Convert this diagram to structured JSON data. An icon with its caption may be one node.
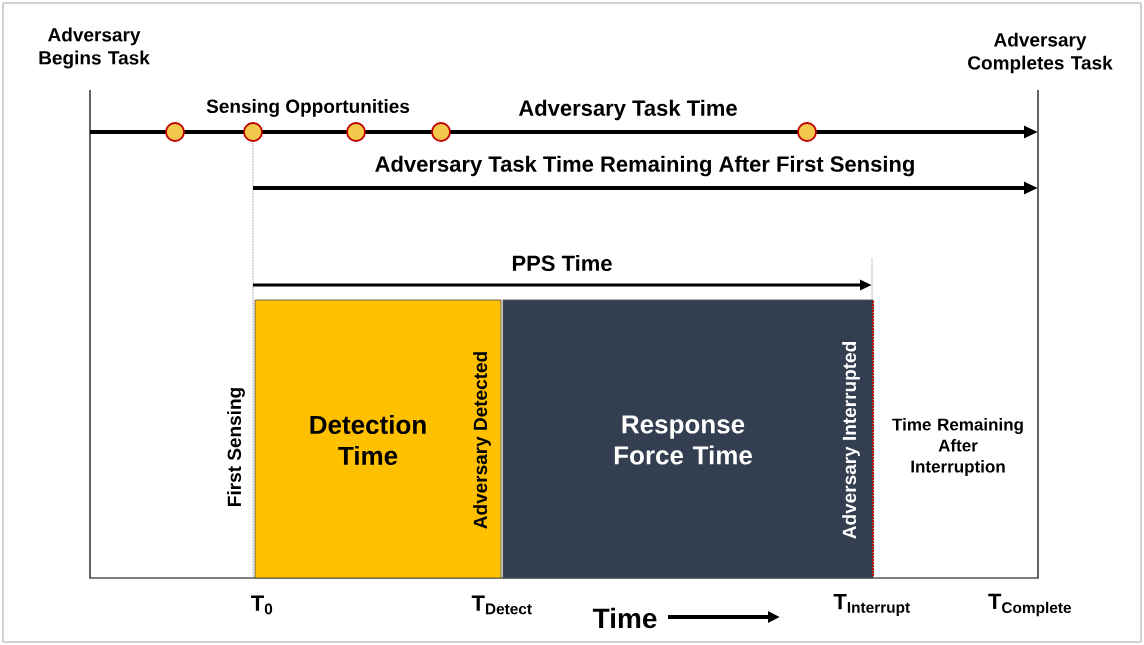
{
  "diagram": {
    "nodes": [
      {
        "text": [
          "Detection Time",
          "Adversary Detected"
        ]
      },
      {
        "text": [
          "Response Force Time",
          "Adversary Interrupted"
        ]
      },
      {
        "text": [],
        "shape": "circle"
      },
      {
        "text": [],
        "shape": "circle"
      },
      {
        "text": [],
        "shape": "circle"
      },
      {
        "text": [],
        "shape": "circle"
      },
      {
        "text": [],
        "shape": "circle"
      }
    ],
    "labels": [
      "Adversary Begins Task",
      "Adversary Completes Task",
      "Sensing Opportunities",
      "Adversary Task Time",
      "Adversary Task Time Remaining After First Sensing",
      "PPS Time",
      "First Sensing",
      "Time Remaining After Interruption",
      "\\mathbf{T}_{\\mathbf{0}}",
      "\\mathbf{T}_{\\mathbf{Detect}}",
      "\\mathbf{T}_{\\mathbf{Interrupt}}",
      "\\mathbf{T}_{\\mathbf{Complete}}",
      "Time"
    ]
  }
}
